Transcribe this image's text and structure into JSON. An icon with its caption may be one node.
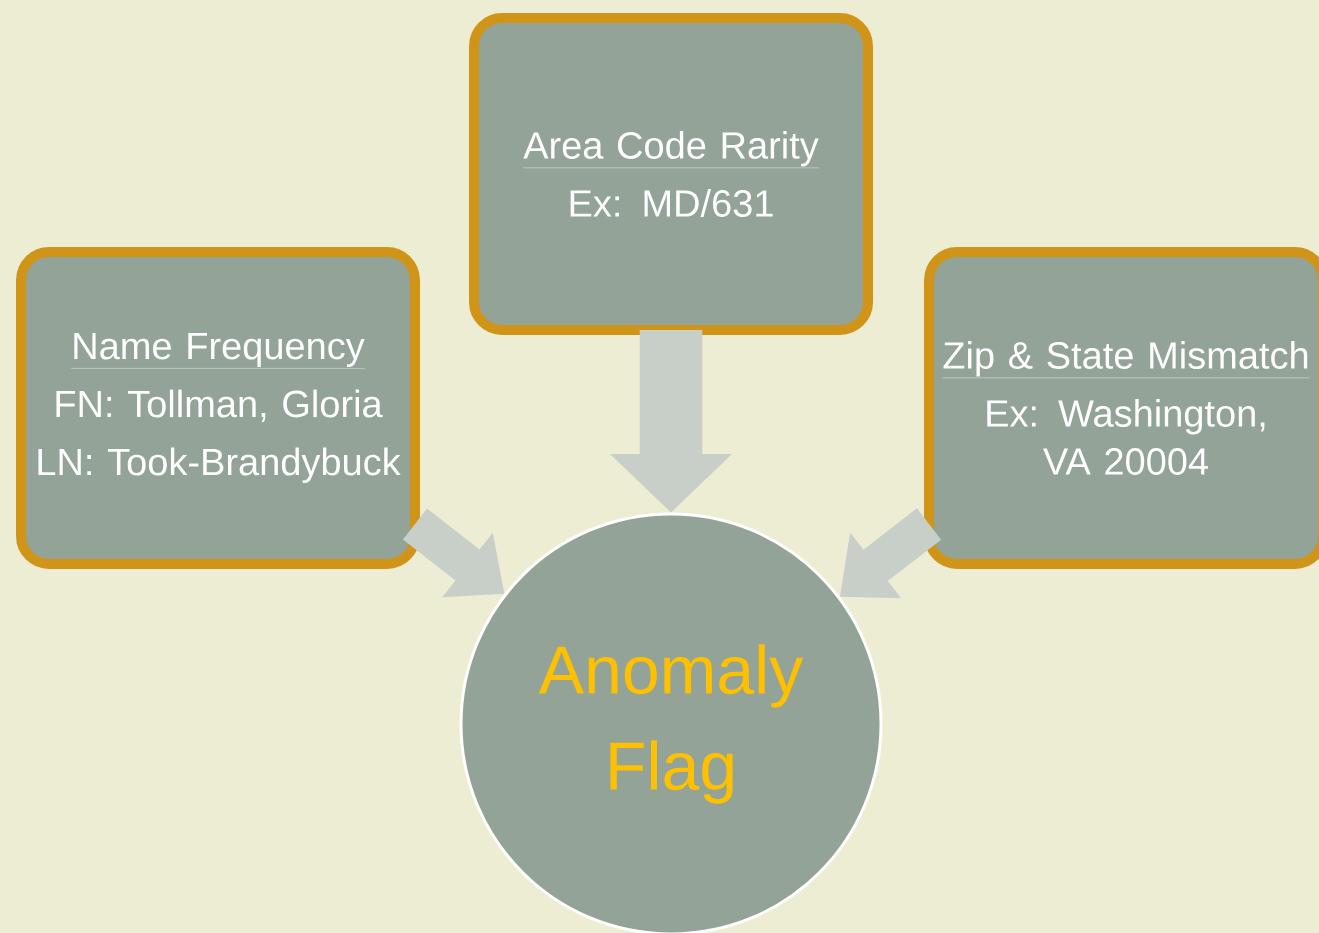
{
  "diagram": {
    "nodes": [
      {
        "text": [
          "Area Code Rarity",
          "Ex: MD/631"
        ]
      },
      {
        "text": [
          "Name Frequency",
          "FN: Tollman, Gloria",
          "LN: Took-Brandybuck"
        ]
      },
      {
        "text": [
          "Zip & State Mismatch",
          "Ex: Washington, VA 20004"
        ]
      },
      {
        "text": [
          "Anomaly Flag"
        ]
      }
    ],
    "edges": [
      {
        "from": 1,
        "to": 3,
        "arrow": "to"
      },
      {
        "from": 0,
        "to": 3,
        "arrow": "to"
      },
      {
        "from": 2,
        "to": 3,
        "arrow": "to"
      }
    ]
  }
}
